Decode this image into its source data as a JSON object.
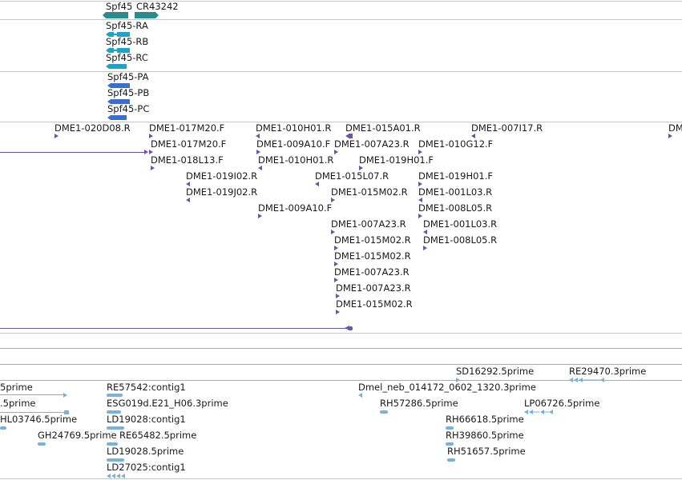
{
  "colors": {
    "separator": "#c7c7c7",
    "teal_separator": "#7fbfc6",
    "gene_teal": "#2e8b8b",
    "transcript_cyan": "#1ba3c8",
    "protein_blue": "#3a6fcf",
    "read_purple": "#6a55a8",
    "est_lightblue": "#7ab1d9"
  },
  "gene_track": {
    "genes": [
      "Spf45",
      "CR43242"
    ]
  },
  "transcript_track": {
    "transcripts": [
      "Spf45-RA",
      "Spf45-RB",
      "Spf45-RC"
    ]
  },
  "protein_track": {
    "proteins": [
      "Spf45-PA",
      "Spf45-PB",
      "Spf45-PC"
    ]
  },
  "read_track": {
    "reads": [
      "DME1-020D08.R",
      "DME1-017M20.F",
      "DME1-010H01.R",
      "DME1-015A01.R",
      "DME1-007I17.R",
      "DM",
      "DME1-017M20.F",
      "DME1-009A10.F",
      "DME1-007A23.R",
      "DME1-010G12.F",
      "DME1-018L13.F",
      "DME1-010H01.R",
      "DME1-019H01.F",
      "DME1-019I02.R",
      "DME1-015L07.R",
      "DME1-019H01.F",
      "DME1-019J02.R",
      "DME1-015M02.R",
      "DME1-001L03.R",
      "DME1-009A10.F",
      "DME1-008L05.R",
      "DME1-007A23.R",
      "DME1-001L03.R",
      "DME1-015M02.R",
      "DME1-008L05.R",
      "DME1-015M02.R",
      "DME1-007A23.R",
      "DME1-007A23.R",
      "DME1-015M02.R"
    ]
  },
  "est_track": {
    "ests": [
      "SD16292.5prime",
      "RE29470.3prime",
      "5prime",
      "RE57542:contig1",
      "Dmel_neb_014172_0602_1320.3prime",
      ".5prime",
      "ESG019d.E21_H06.3prime",
      "RH57286.5prime",
      "LP06726.5prime",
      "HL03746.5prime",
      "LD19028:contig1",
      "RH66618.5prime",
      "GH24769.5prime",
      "RE65482.5prime",
      "RH39860.5prime",
      "LD19028.5prime",
      "RH51657.5prime",
      "LD27025:contig1"
    ]
  }
}
